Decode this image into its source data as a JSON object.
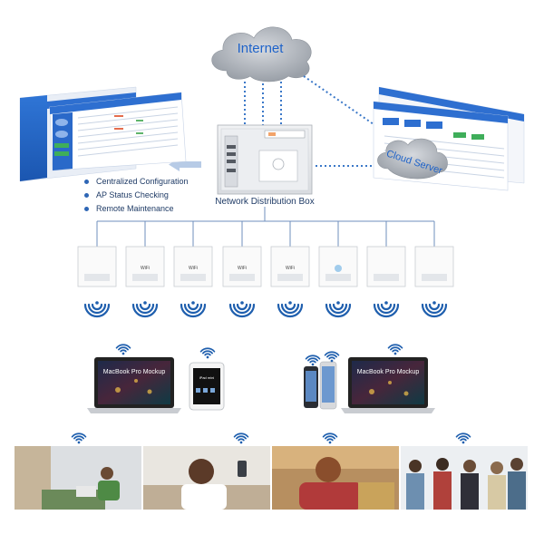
{
  "internet": {
    "label": "Internet"
  },
  "cloud_server": {
    "label": "Cloud Server"
  },
  "distribution_box": {
    "label": "Network Distribution Box"
  },
  "features": [
    {
      "label": "Centralized Configuration"
    },
    {
      "label": "AP Status Checking"
    },
    {
      "label": "Remote Maintenance"
    }
  ],
  "access_points": [
    {
      "label": ""
    },
    {
      "label": "WiFi"
    },
    {
      "label": "WiFi"
    },
    {
      "label": "WiFi"
    },
    {
      "label": "WiFi"
    },
    {
      "label": ""
    },
    {
      "label": ""
    },
    {
      "label": ""
    }
  ],
  "devices": {
    "laptop_left_text": "MacBook Pro Mockup",
    "tablet_text": "iPad mini",
    "laptop_right_text": "MacBook Pro Mockup"
  },
  "colors": {
    "accent": "#2e66b5",
    "link_dots": "#3b78c8",
    "wifi": "#1f5fae",
    "cloud": "#a7acb4",
    "dashboard": "#1f63c9"
  }
}
